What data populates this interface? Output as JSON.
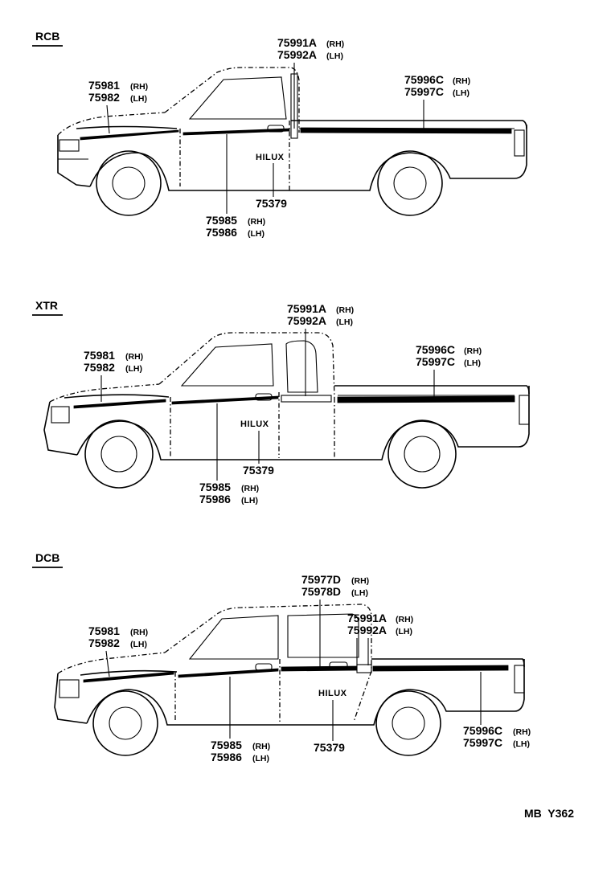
{
  "footer_code": "MB  Y362",
  "sections": [
    {
      "id": "rcb",
      "title": "RCB",
      "labels": {
        "hood_rh": "75981",
        "hood_lh": "75982",
        "pillar_rh": "75991A",
        "pillar_lh": "75992A",
        "bed_rh": "75996C",
        "bed_lh": "75997C",
        "door_rh": "75985",
        "door_lh": "75986",
        "emblem": "75379",
        "badge": "HILUX"
      }
    },
    {
      "id": "xtr",
      "title": "XTR",
      "labels": {
        "hood_rh": "75981",
        "hood_lh": "75982",
        "pillar_rh": "75991A",
        "pillar_lh": "75992A",
        "bed_rh": "75996C",
        "bed_lh": "75997C",
        "door_rh": "75985",
        "door_lh": "75986",
        "emblem": "75379",
        "badge": "HILUX"
      }
    },
    {
      "id": "dcb",
      "title": "DCB",
      "labels": {
        "rear_door_rh": "75977D",
        "rear_door_lh": "75978D",
        "hood_rh": "75981",
        "hood_lh": "75982",
        "pillar_rh": "75991A",
        "pillar_lh": "75992A",
        "bed_rh": "75996C",
        "bed_lh": "75997C",
        "door_rh": "75985",
        "door_lh": "75986",
        "emblem": "75379",
        "badge": "HILUX"
      }
    }
  ],
  "side": {
    "rh": "(RH)",
    "lh": "(LH)"
  }
}
